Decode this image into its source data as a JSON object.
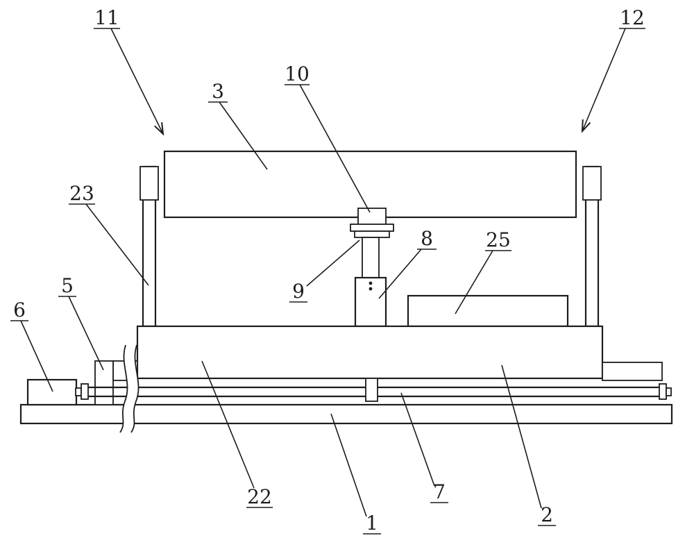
{
  "figure": {
    "background": "#ffffff",
    "line_color": "#1c1c1c",
    "labels": {
      "n1": "1",
      "n2": "2",
      "n3": "3",
      "n5": "5",
      "n6": "6",
      "n7": "7",
      "n8": "8",
      "n9": "9",
      "n10": "10",
      "n11": "11",
      "n12": "12",
      "n22": "22",
      "n23": "23",
      "n25": "25"
    }
  }
}
